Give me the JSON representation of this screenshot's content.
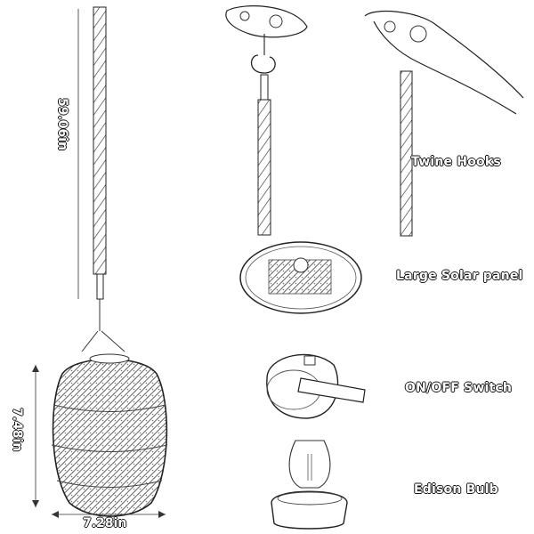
{
  "dimensions": {
    "cord_length": "59.06in",
    "shade_height": "7.48in",
    "shade_width": "7.28in"
  },
  "features": {
    "hooks": "Twine Hooks",
    "solar": "Large Solar panel",
    "switch": "ON/OFF Switch",
    "bulb": "Edison Bulb"
  }
}
